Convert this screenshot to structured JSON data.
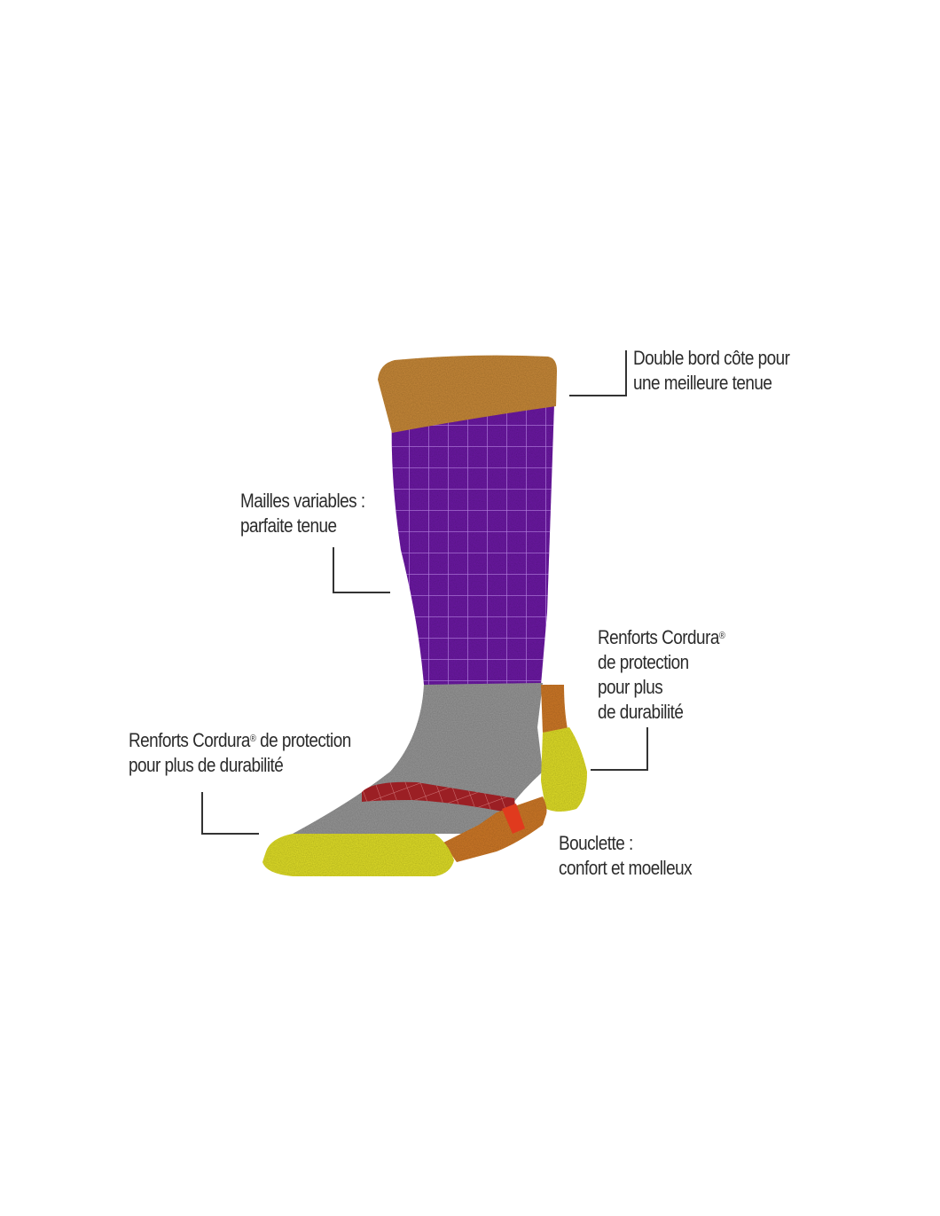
{
  "diagram": {
    "title": "Sock features diagram",
    "colors": {
      "cuff": "#c98a3a",
      "leg": "#6e1fa6",
      "foot": "#9a9a9a",
      "heel_toe": "#e2e02a",
      "cordura_orange": "#d07a2a",
      "red_band": "#9b1f24",
      "red_accent": "#e03a1e",
      "lines": "#333333"
    },
    "callouts": [
      {
        "id": "cuff",
        "lines": [
          "Double bord côte pour",
          "une meilleure tenue"
        ]
      },
      {
        "id": "leg",
        "lines": [
          "Mailles variables :",
          "parfaite tenue"
        ]
      },
      {
        "id": "heel",
        "lines": [
          "Renforts Cordura",
          "de protection",
          "pour plus",
          "de durabilité"
        ],
        "trademark": "®"
      },
      {
        "id": "toe",
        "lines": [
          "Renforts Cordura",
          "pour plus de durabilité"
        ],
        "line1_suffix": " de protection",
        "trademark": "®"
      },
      {
        "id": "sole",
        "lines": [
          "Bouclette :",
          "confort et moelleux"
        ]
      }
    ]
  }
}
